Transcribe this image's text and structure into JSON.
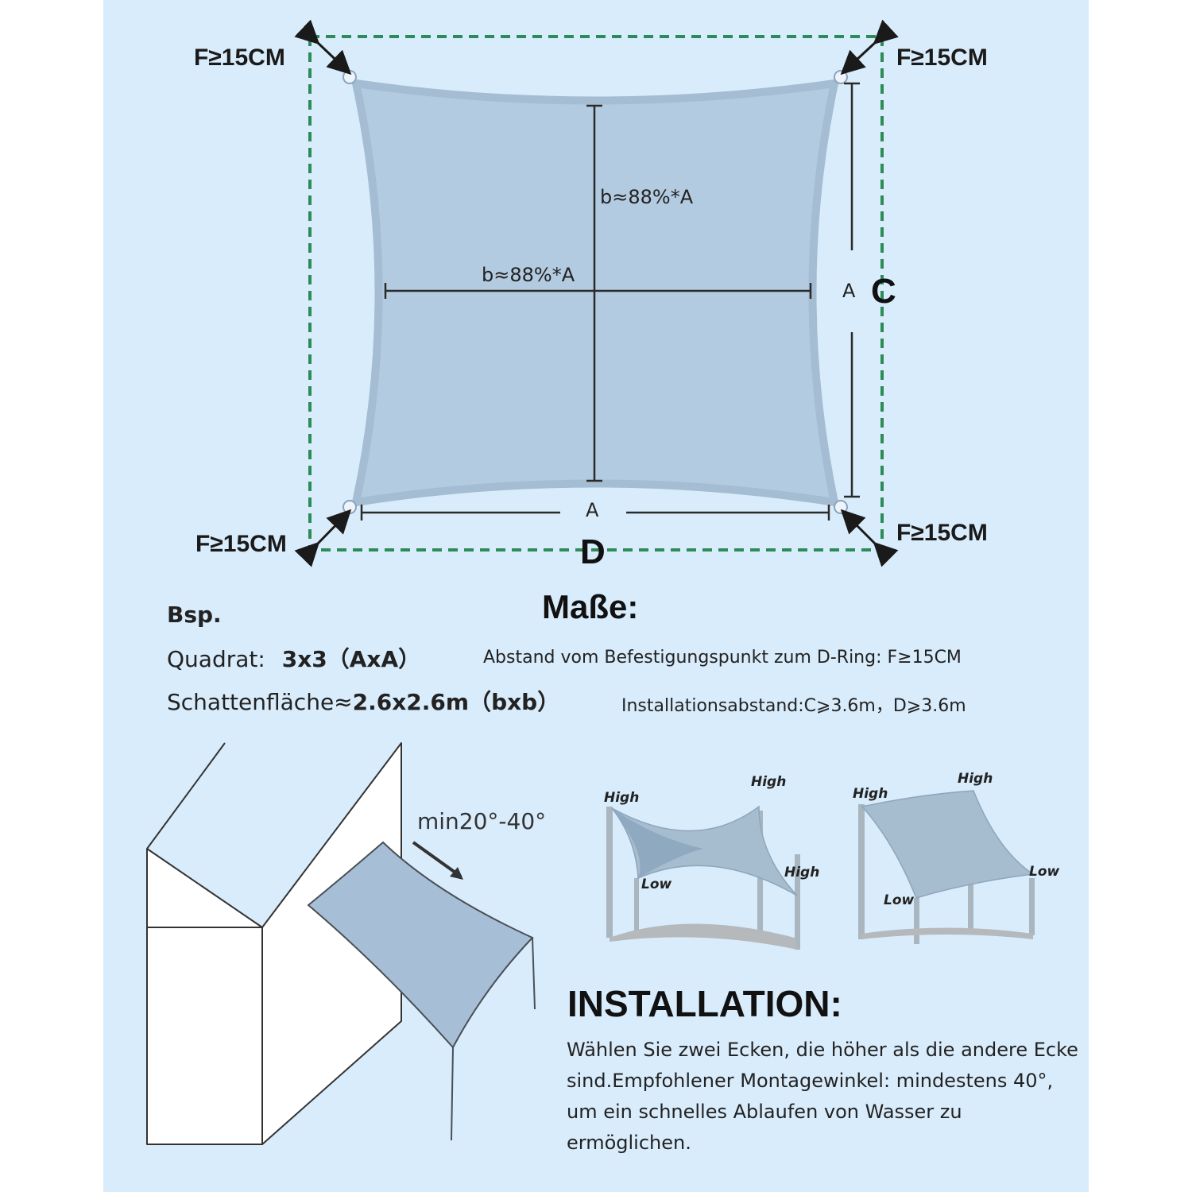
{
  "diagram": {
    "corner_labels": {
      "top_left": "F≥15CM",
      "top_right": "F≥15CM",
      "bottom_left": "F≥15CM",
      "bottom_right": "F≥15CM"
    },
    "inner_vertical_label": "b≈88%*A",
    "inner_horizontal_label": "b≈88%*A",
    "side_label_right": "A",
    "side_label_bottom": "A",
    "install_label_c": "C",
    "install_label_d": "D",
    "colors": {
      "sail": "#b3cbe0",
      "sail_edge": "#9fb8cf",
      "dashed_frame": "#2e8b57",
      "panel": "#d9ecfb"
    }
  },
  "specs": {
    "example_label": "Bsp.",
    "title": "Maße:",
    "quadrat_label": "Quadrat:",
    "quadrat_value": "3x3（AxA）",
    "shadow_label": "Schattenfläche≈",
    "shadow_value": "2.6x2.6m（bxb）",
    "distance_note": "Abstand vom Befestigungspunkt zum D-Ring: F≥15CM",
    "install_distance_note": "Installationsabstand:C⩾3.6m，D⩾3.6m"
  },
  "installation": {
    "angle_label": "min20°-40°",
    "example1": {
      "high_left": "High",
      "high_top": "High",
      "high_right": "High",
      "low": "Low"
    },
    "example2": {
      "high_left": "High",
      "high_right": "High",
      "low_left": "Low",
      "low_right": "Low"
    },
    "title": "INSTALLATION:",
    "text": "Wählen Sie zwei Ecken, die höher als die andere Ecke sind.Empfohlener Montagewinkel: mindestens 40°, um ein schnelles Ablaufen von Wasser zu ermöglichen."
  }
}
